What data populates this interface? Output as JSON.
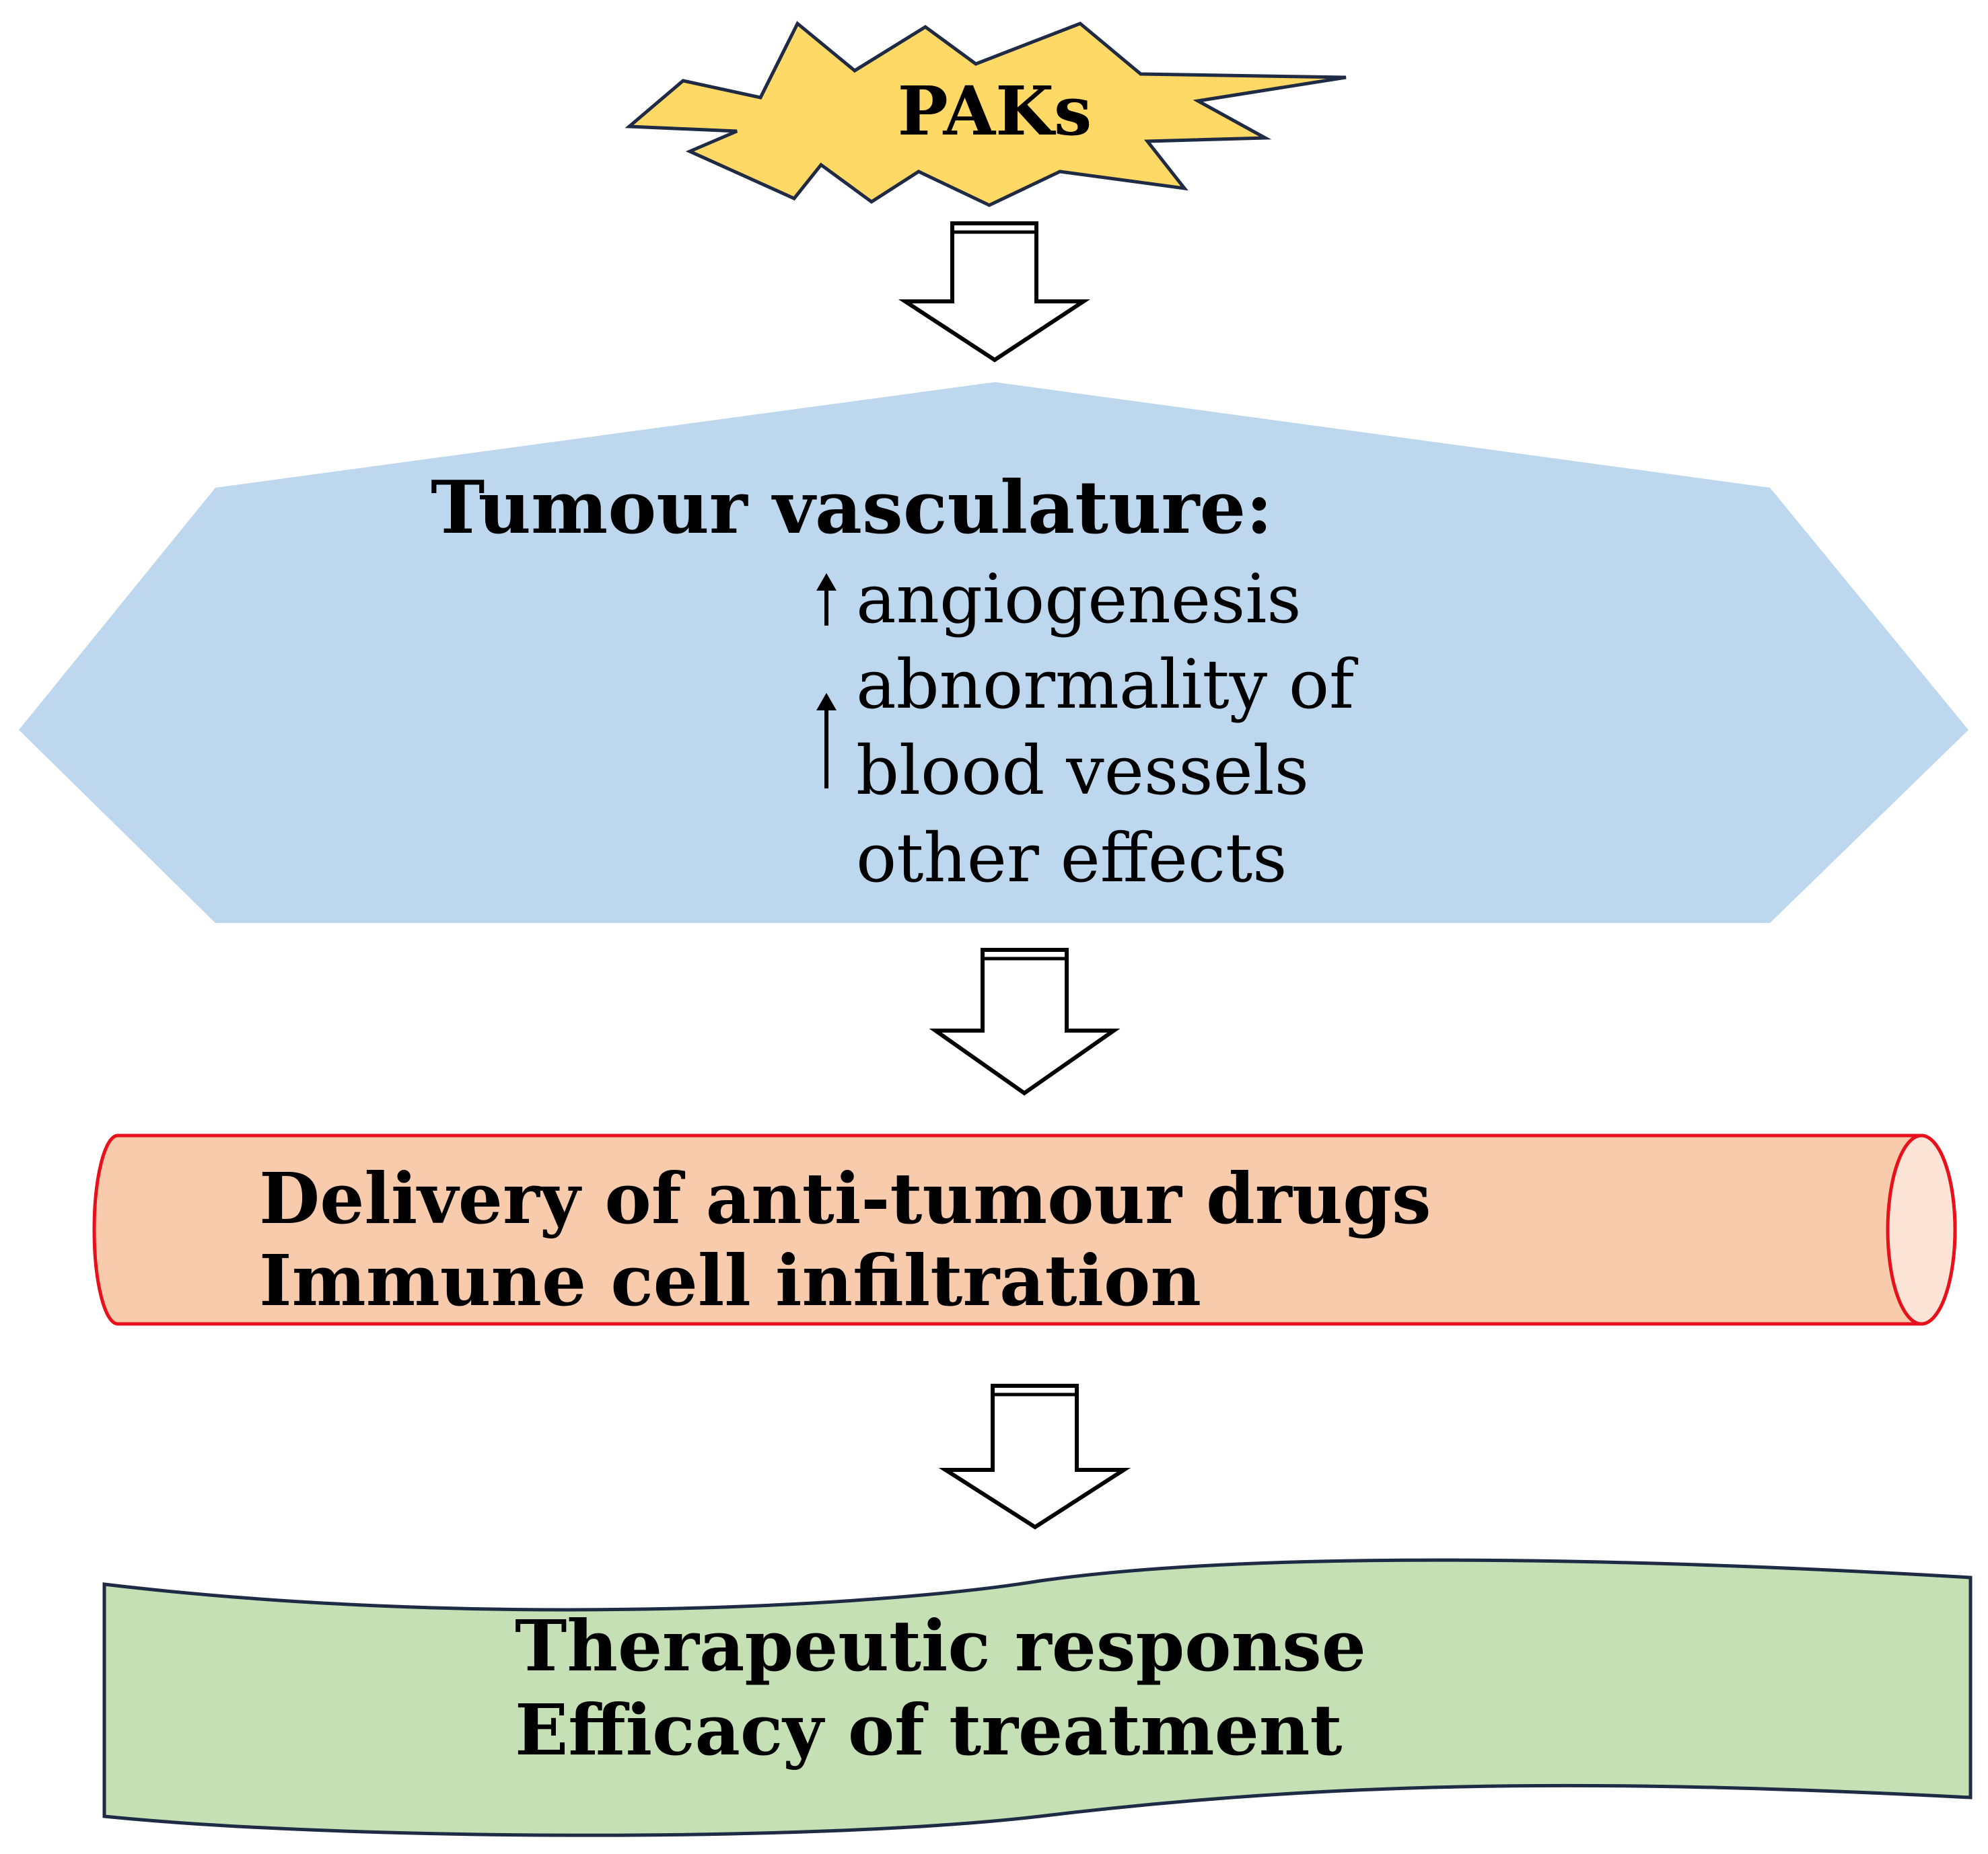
{
  "colors": {
    "star_fill": "#FFD966",
    "star_stroke": "#1F2A44",
    "hexagon_fill": "#BDD7EE",
    "tube_fill": "#F8CBAD",
    "tube_end_fill": "#FBE3D6",
    "tube_stroke": "#E8101A",
    "banner_fill": "#C5E0B4",
    "banner_stroke": "#1F2A44",
    "arrow_stroke": "#000000"
  },
  "nodes": {
    "paks": {
      "label": "PAKs",
      "shape": "explosion-star"
    },
    "vasculature": {
      "title": "Tumour vasculature:",
      "shape": "hexagon",
      "items": [
        {
          "text": "angiogenesis",
          "indicator": "up-arrow-icon"
        },
        {
          "text": "abnormality of",
          "indicator": "up-arrow-icon"
        },
        {
          "text": "blood vessels"
        },
        {
          "text": "other effects"
        }
      ]
    },
    "delivery": {
      "shape": "horizontal-cylinder",
      "lines": [
        "Delivery of anti-tumour drugs",
        "Immune cell infiltration"
      ]
    },
    "response": {
      "shape": "wave-banner",
      "lines": [
        "Therapeutic response",
        "Efficacy of treatment"
      ]
    }
  },
  "edges": [
    {
      "from": "paks",
      "to": "vasculature",
      "style": "hollow-down-arrow"
    },
    {
      "from": "vasculature",
      "to": "delivery",
      "style": "hollow-down-arrow"
    },
    {
      "from": "delivery",
      "to": "response",
      "style": "hollow-down-arrow"
    }
  ]
}
